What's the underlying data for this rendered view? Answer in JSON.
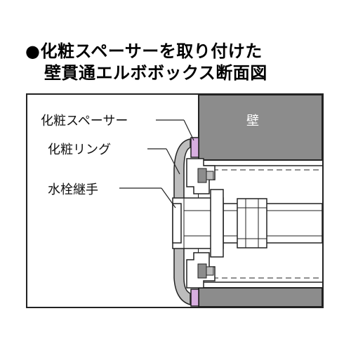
{
  "title": {
    "line1": "●化粧スペーサーを取り付けた",
    "line2": "壁貫通エルボボックス断面図"
  },
  "labels": {
    "spacer": "化粧スペーサー",
    "ring": "化粧リング",
    "fitting": "水栓継手",
    "wall": "壁"
  },
  "colors": {
    "wall": "#8c8c8c",
    "spacer": "#d8aee0",
    "ring": "#bdbdbd",
    "line": "#222222"
  }
}
